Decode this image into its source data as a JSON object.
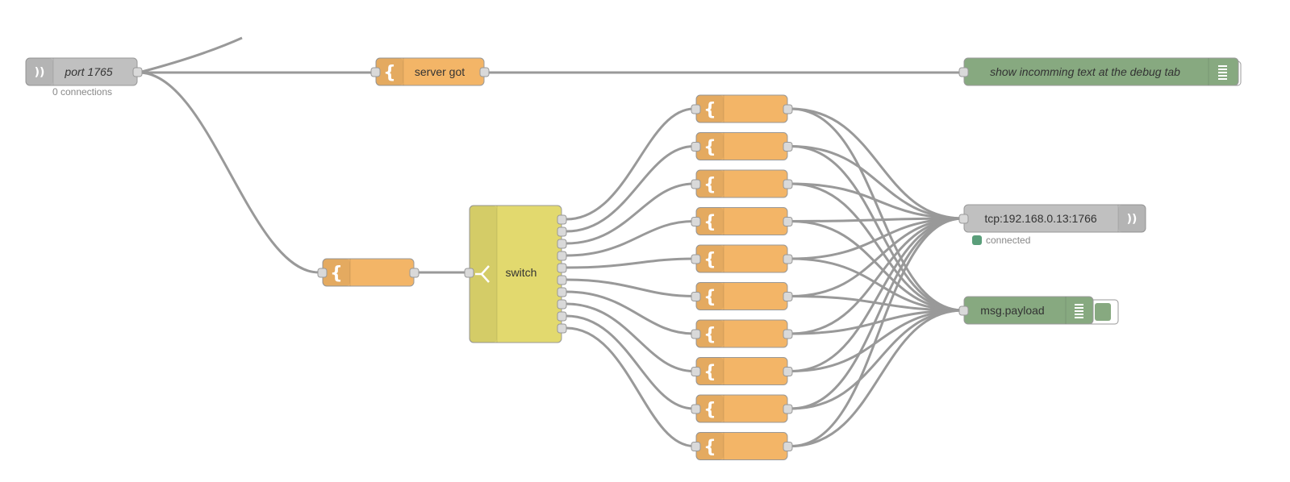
{
  "colors": {
    "function": "#f3b567",
    "switch": "#e2d96e",
    "debug": "#87a980",
    "tcp": "#c0c0c0",
    "wire": "#999999",
    "status_connected": "#5a9e7a"
  },
  "nodes": {
    "tcp_in": {
      "label": "port 1765",
      "status": "0 connections",
      "icon": "tcp-wave-icon"
    },
    "server_got": {
      "label": "server got",
      "icon": "function-brace-icon"
    },
    "debug_top": {
      "label": "show incomming text at the debug tab",
      "icon": "debug-list-icon"
    },
    "func_mid": {
      "label": "",
      "icon": "function-brace-icon"
    },
    "switch": {
      "label": "switch",
      "icon": "switch-branch-icon"
    },
    "tcp_out": {
      "label": "tcp:192.168.0.13:1766",
      "status": "connected",
      "icon": "tcp-wave-icon"
    },
    "debug_payload": {
      "label": "msg.payload",
      "icon": "debug-list-icon"
    }
  },
  "function_column": {
    "count": 10,
    "label": ""
  }
}
